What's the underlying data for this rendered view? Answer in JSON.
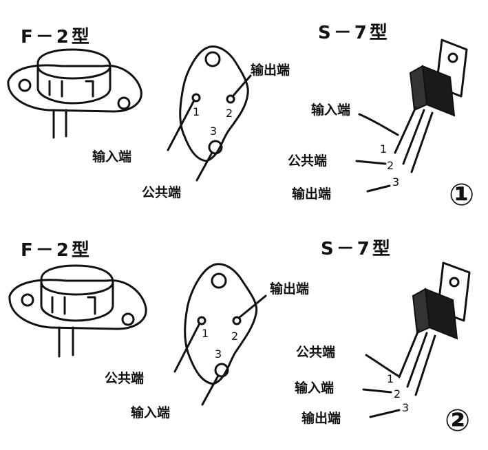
{
  "panels": [
    {
      "index": "①",
      "f_type": "F－2型",
      "s_type": "S－7型",
      "f_pins": [
        {
          "num": "1",
          "label": "输入端"
        },
        {
          "num": "2",
          "label": "输出端"
        },
        {
          "num": "3",
          "label": "公共端"
        }
      ],
      "s_pins": [
        {
          "num": "1",
          "label": "输入端"
        },
        {
          "num": "2",
          "label": "公共端"
        },
        {
          "num": "3",
          "label": "输出端"
        }
      ]
    },
    {
      "index": "②",
      "f_type": "F－2型",
      "s_type": "S－7型",
      "f_pins": [
        {
          "num": "1",
          "label": "公共端"
        },
        {
          "num": "2",
          "label": "输出端"
        },
        {
          "num": "3",
          "label": "输入端"
        }
      ],
      "s_pins": [
        {
          "num": "1",
          "label": "公共端"
        },
        {
          "num": "2",
          "label": "输入端"
        },
        {
          "num": "3",
          "label": "输出端"
        }
      ]
    }
  ]
}
